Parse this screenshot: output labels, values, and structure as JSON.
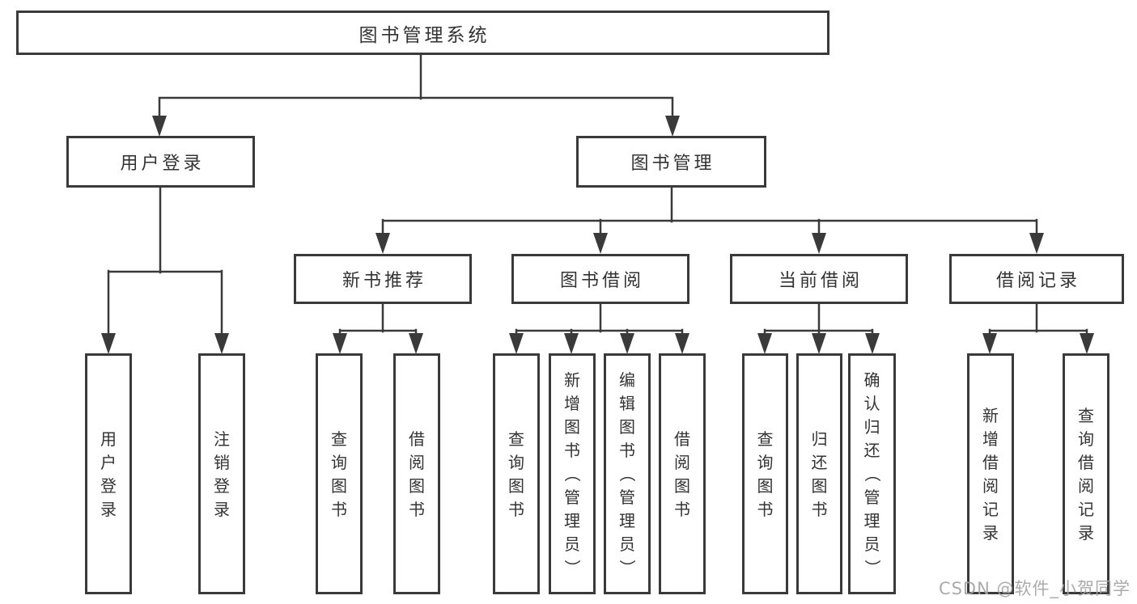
{
  "colors": {
    "line": "#3a3a3a",
    "box_border": "#3a3a3a",
    "text": "#333333",
    "background": "#ffffff",
    "watermark": "#a4a4a4"
  },
  "tree": {
    "root": {
      "label": "图书管理系统"
    },
    "level2": [
      {
        "label": "用户登录"
      },
      {
        "label": "图书管理"
      }
    ],
    "level3": [
      {
        "label": "新书推荐",
        "parent": "图书管理"
      },
      {
        "label": "图书借阅",
        "parent": "图书管理"
      },
      {
        "label": "当前借阅",
        "parent": "图书管理"
      },
      {
        "label": "借阅记录",
        "parent": "图书管理"
      }
    ],
    "leaves": [
      {
        "label": "用户登录",
        "parent": "用户登录"
      },
      {
        "label": "注销登录",
        "parent": "用户登录"
      },
      {
        "label": "查询图书",
        "parent": "新书推荐"
      },
      {
        "label": "借阅图书",
        "parent": "新书推荐"
      },
      {
        "label": "查询图书",
        "parent": "图书借阅"
      },
      {
        "label": "新增图书（管理员）",
        "parent": "图书借阅"
      },
      {
        "label": "编辑图书（管理员）",
        "parent": "图书借阅"
      },
      {
        "label": "借阅图书",
        "parent": "图书借阅"
      },
      {
        "label": "查询图书",
        "parent": "当前借阅"
      },
      {
        "label": "归还图书",
        "parent": "当前借阅"
      },
      {
        "label": "确认归还（管理员）",
        "parent": "当前借阅"
      },
      {
        "label": "新增借阅记录",
        "parent": "借阅记录"
      },
      {
        "label": "查询借阅记录",
        "parent": "借阅记录"
      }
    ]
  },
  "watermark": {
    "text": "CSDN @软件_小贺同学"
  }
}
